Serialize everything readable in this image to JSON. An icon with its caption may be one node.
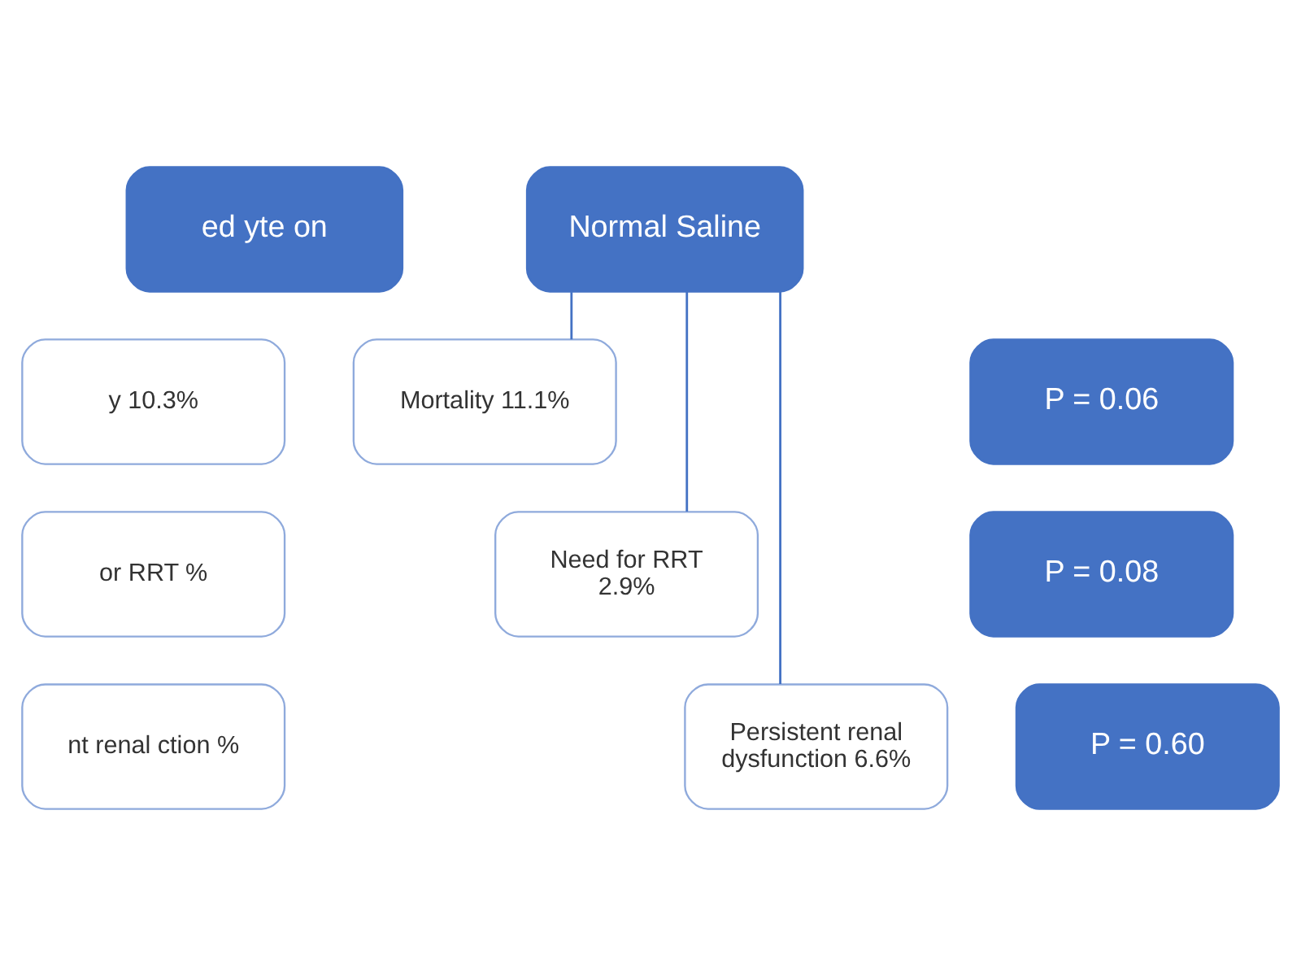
{
  "diagram": {
    "nodes": [
      {
        "text": [
          "ed yte on"
        ]
      },
      {
        "text": [
          "y 10.3%"
        ]
      },
      {
        "text": [
          "or RRT %"
        ]
      },
      {
        "text": [
          "nt renal ction %"
        ]
      },
      {
        "text": [
          "Normal Saline"
        ]
      },
      {
        "text": [
          "Mortality 11.1%"
        ]
      },
      {
        "text": [
          "Need for RRT 2.9%"
        ]
      },
      {
        "text": [
          "Persistent renal dysfunction 6.6%"
        ]
      },
      {
        "text": [
          "P = 0.06"
        ]
      },
      {
        "text": [
          "P = 0.08"
        ]
      },
      {
        "text": [
          "P = 0.60"
        ]
      }
    ],
    "edges": [
      {
        "from": 4,
        "to": 5,
        "arrow": "none"
      },
      {
        "from": 4,
        "to": 6,
        "arrow": "none"
      },
      {
        "from": 4,
        "to": 7,
        "arrow": "none"
      }
    ]
  }
}
